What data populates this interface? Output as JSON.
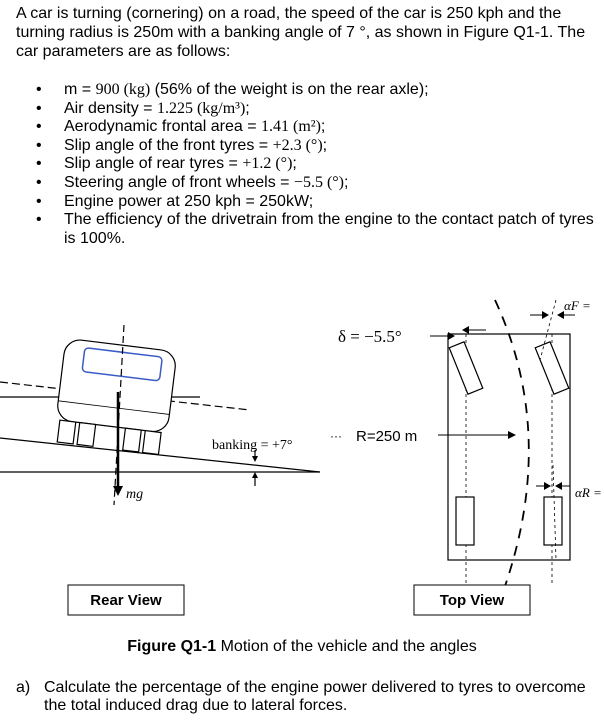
{
  "intro": {
    "text": "A car is turning (cornering) on a road, the speed of the car is 250 kph and the turning radius is 250m with a banking angle of 7 °,  as shown in Figure Q1-1. The car parameters are as follows:"
  },
  "parameters": [
    {
      "prefix": "m = ",
      "math": "900 (kg)",
      "suffix": " (56% of the weight is on the rear axle);"
    },
    {
      "prefix": "Air density = ",
      "math": "1.225 (kg/m³)",
      "suffix": ";"
    },
    {
      "prefix": "Aerodynamic frontal area = ",
      "math": "1.41 (m²)",
      "suffix": ";"
    },
    {
      "prefix": "Slip angle of the front tyres = ",
      "math": "+2.3 (°)",
      "suffix": ";"
    },
    {
      "prefix": "Slip angle of rear tyres = ",
      "math": "+1.2 (°)",
      "suffix": ";"
    },
    {
      "prefix": "Steering angle of front wheels = ",
      "math": "−5.5 (°)",
      "suffix": ";"
    },
    {
      "prefix": "Engine power at 250 kph = 250kW;",
      "math": "",
      "suffix": ""
    },
    {
      "prefix": "The efficiency of the drivetrain from the engine to the contact patch of tyres is 100%.",
      "math": "",
      "suffix": ""
    }
  ],
  "figure": {
    "delta_label": "δ = −5.5°",
    "banking_label": "banking = +7°",
    "radius_label": "R=250 m",
    "ellipsis": "···",
    "mg_label": "mg",
    "alpha_f_label": "αF =",
    "alpha_r_label": "αR =",
    "rear_view_label": "Rear View",
    "top_view_label": "Top View"
  },
  "caption": {
    "bold": "Figure Q1-1",
    "text": " Motion of the vehicle and the angles"
  },
  "question": {
    "label": "a)",
    "text": "Calculate the percentage of the engine power delivered to tyres to overcome the total induced drag due to lateral forces."
  }
}
